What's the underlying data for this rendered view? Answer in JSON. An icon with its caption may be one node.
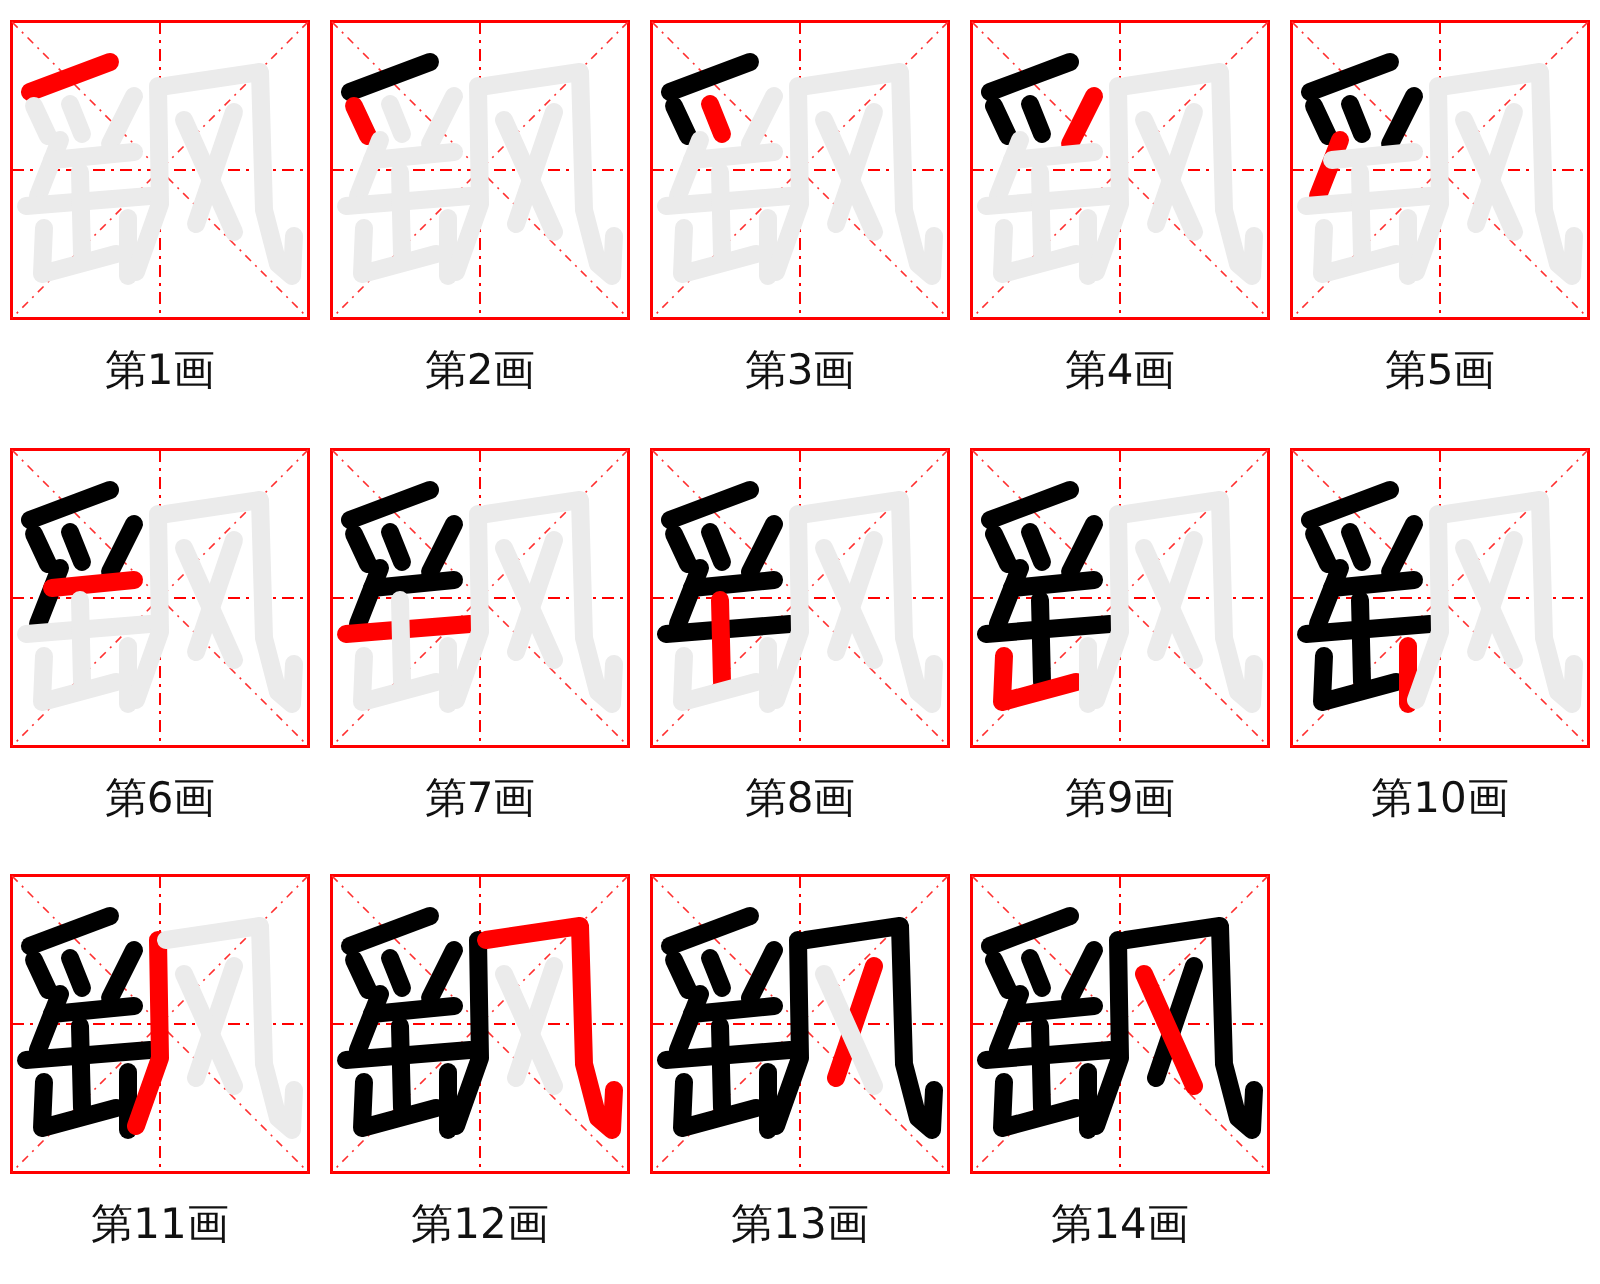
{
  "diagram": {
    "labels": [
      "第1画",
      "第2画",
      "第3画",
      "第4画",
      "第5画",
      "第6画",
      "第7画",
      "第8画",
      "第9画",
      "第10画",
      "第11画",
      "第12画",
      "第13画",
      "第14画"
    ]
  }
}
